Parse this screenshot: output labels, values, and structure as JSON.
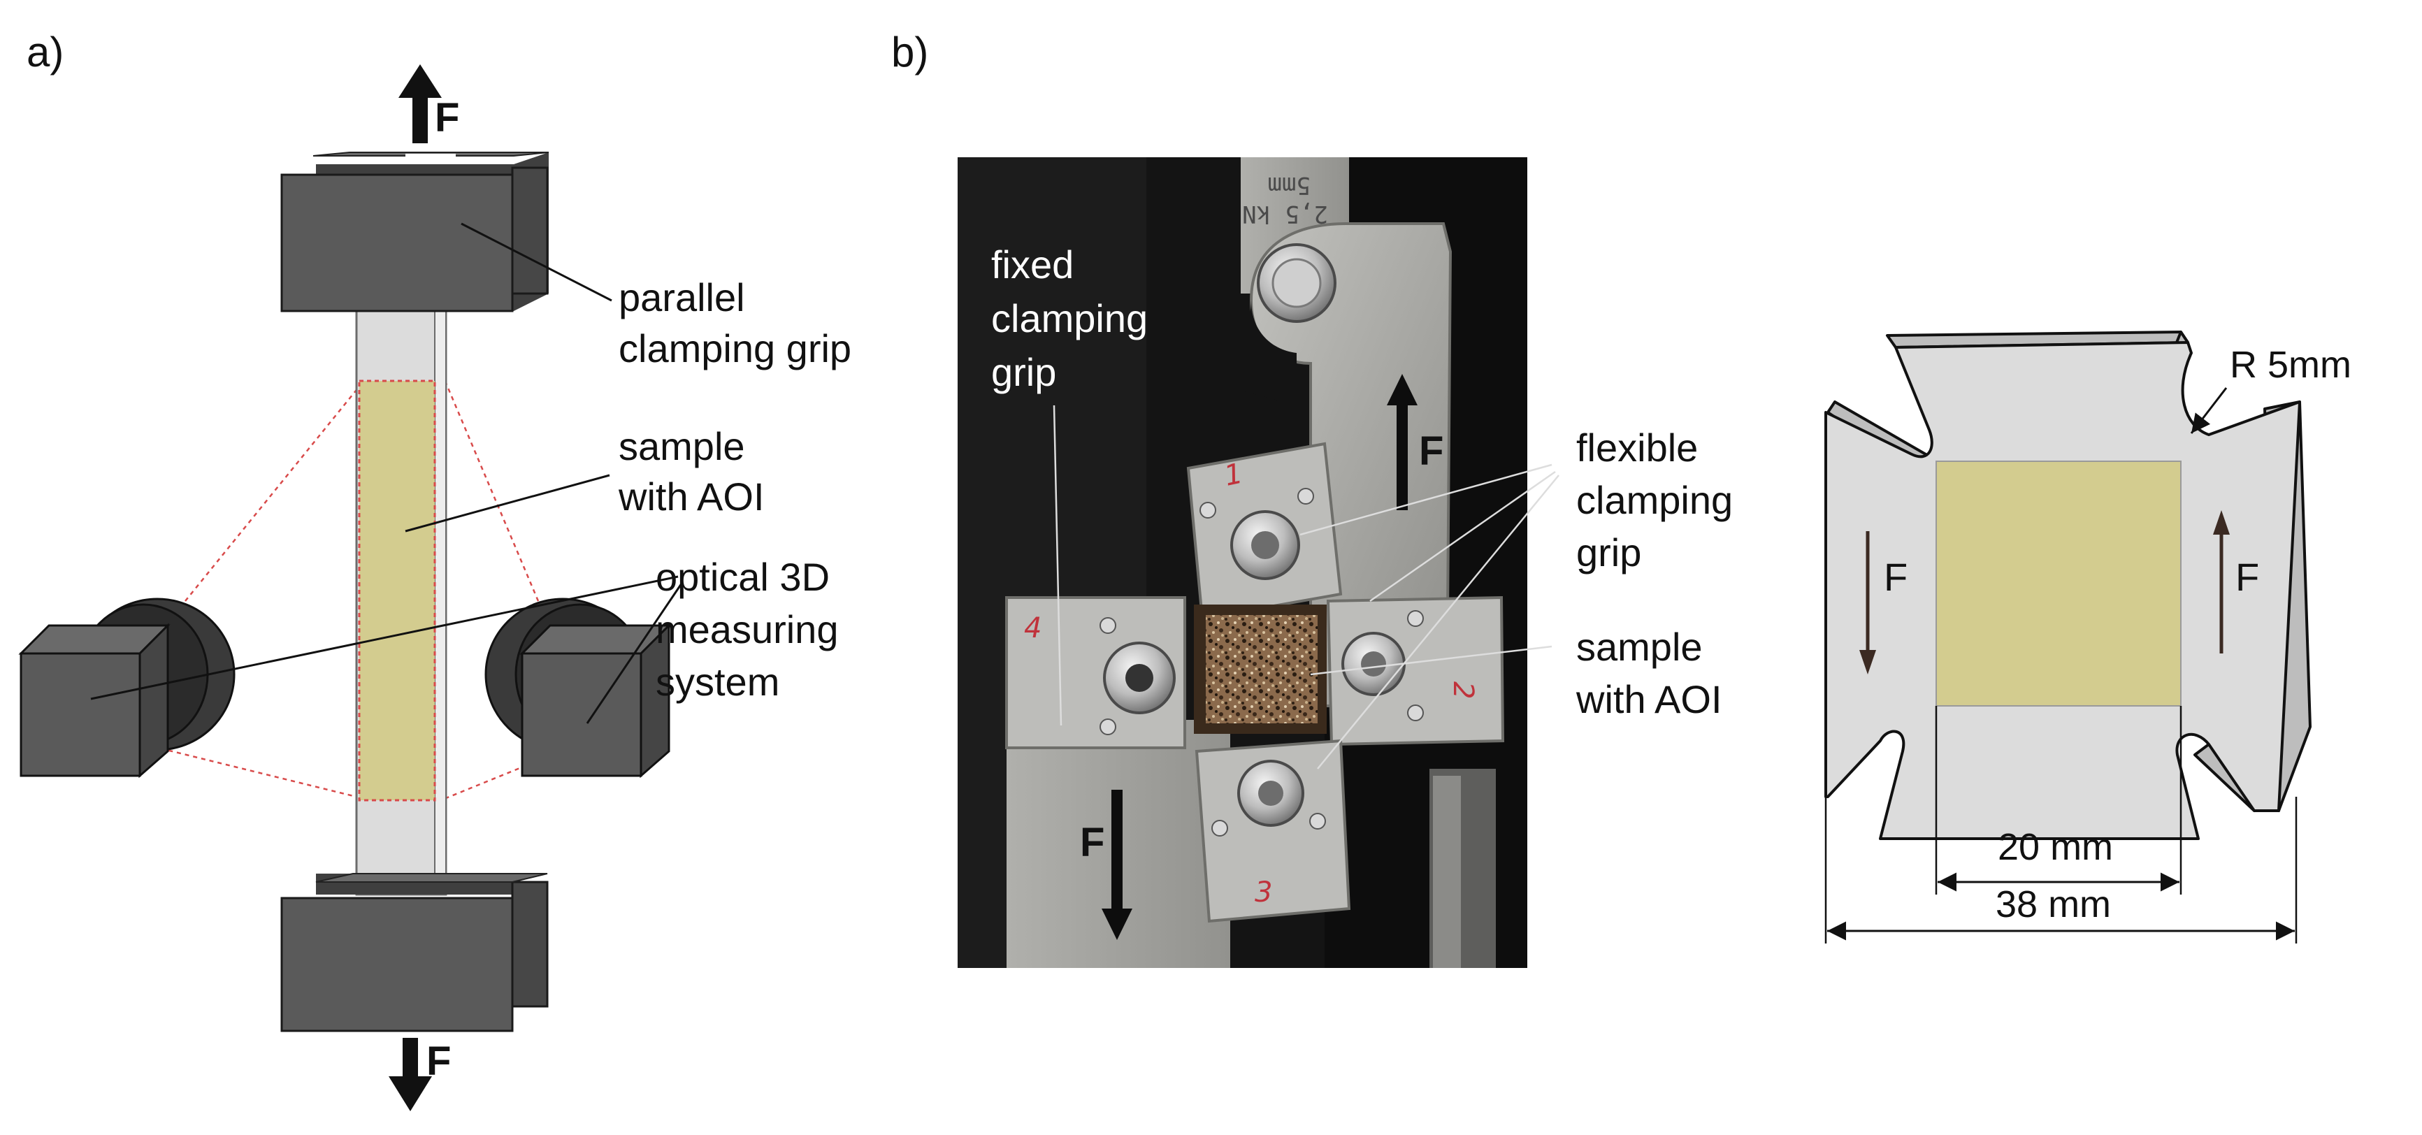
{
  "panel_a": {
    "label": "a)",
    "force_label_top": "F",
    "force_label_bottom": "F",
    "callouts": {
      "clamp_line1": "parallel",
      "clamp_line2": "clamping grip",
      "sample_line1": "sample",
      "sample_line2": "with AOI",
      "optical_line1": "optical 3D",
      "optical_line2": "measuring",
      "optical_line3": "system"
    }
  },
  "panel_b": {
    "label": "b)",
    "photo": {
      "fixed_line1": "fixed",
      "fixed_line2": "clamping",
      "fixed_line3": "grip",
      "force_up": "F",
      "force_down": "F",
      "pen_marks": [
        "1",
        "2",
        "3",
        "4"
      ],
      "stamp_line1": "5mm",
      "stamp_line2": "2,5 kN"
    },
    "callouts": {
      "flex_line1": "flexible",
      "flex_line2": "clamping",
      "flex_line3": "grip",
      "sample_line1": "sample",
      "sample_line2": "with AOI"
    }
  },
  "specimen": {
    "radius_label": "R 5mm",
    "force_left": "F",
    "force_right": "F",
    "inner_dim": "20 mm",
    "outer_dim": "38 mm"
  },
  "colors": {
    "grip_gray": "#5a5a5a",
    "sample_gray": "#dcdcdc",
    "aoi_khaki": "#d3cc8f",
    "photo_bg": "#141414",
    "steel": "#a9a9a5"
  }
}
